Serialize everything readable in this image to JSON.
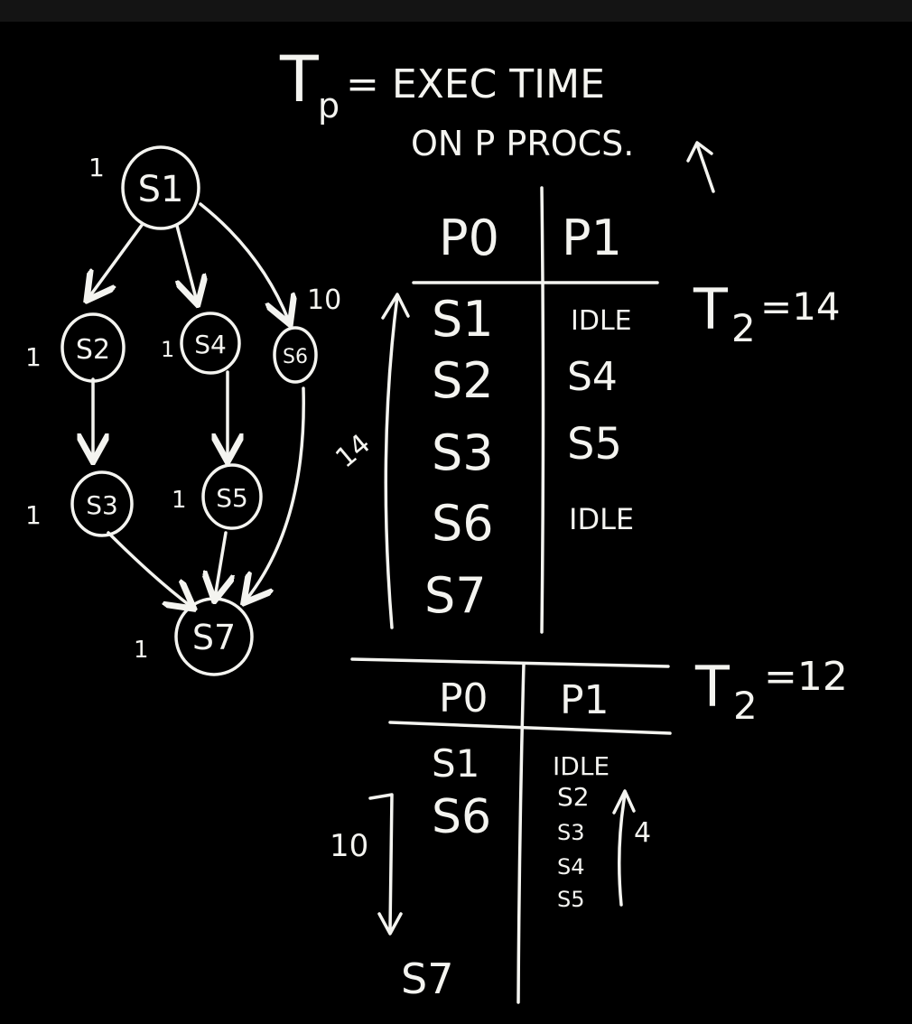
{
  "definition": {
    "symbol": "T",
    "subscript": "p",
    "line1": "= EXEC TIME",
    "line2": "ON P PROCS."
  },
  "graph": {
    "nodes": [
      {
        "id": "S1",
        "label": "S1",
        "weight": "1"
      },
      {
        "id": "S2",
        "label": "S2",
        "weight": "1"
      },
      {
        "id": "S4",
        "label": "S4",
        "weight": "1"
      },
      {
        "id": "S6",
        "label": "S6",
        "weight": "10"
      },
      {
        "id": "S3",
        "label": "S3",
        "weight": "1"
      },
      {
        "id": "S5",
        "label": "S5",
        "weight": "1"
      },
      {
        "id": "S7",
        "label": "S7",
        "weight": "1"
      }
    ],
    "edges": [
      [
        "S1",
        "S2"
      ],
      [
        "S1",
        "S4"
      ],
      [
        "S1",
        "S6"
      ],
      [
        "S2",
        "S3"
      ],
      [
        "S4",
        "S5"
      ],
      [
        "S3",
        "S7"
      ],
      [
        "S5",
        "S7"
      ],
      [
        "S6",
        "S7"
      ]
    ]
  },
  "schedule1": {
    "headers": [
      "P0",
      "P1"
    ],
    "p0": [
      "S1",
      "S2",
      "S3",
      "S6",
      "S7"
    ],
    "p1": [
      "IDLE",
      "S4",
      "S5",
      "IDLE"
    ],
    "span_label": "14",
    "result": {
      "symbol": "T",
      "subscript": "2",
      "value": "=14"
    }
  },
  "schedule2": {
    "headers": [
      "P0",
      "P1"
    ],
    "p0": [
      "S1",
      "S6",
      "S7"
    ],
    "p1": [
      "IDLE",
      "S2",
      "S3",
      "S4",
      "S5"
    ],
    "p0_span_label": "10",
    "p1_span_label": "4",
    "result": {
      "symbol": "T",
      "subscript": "2",
      "value": "=12"
    }
  }
}
